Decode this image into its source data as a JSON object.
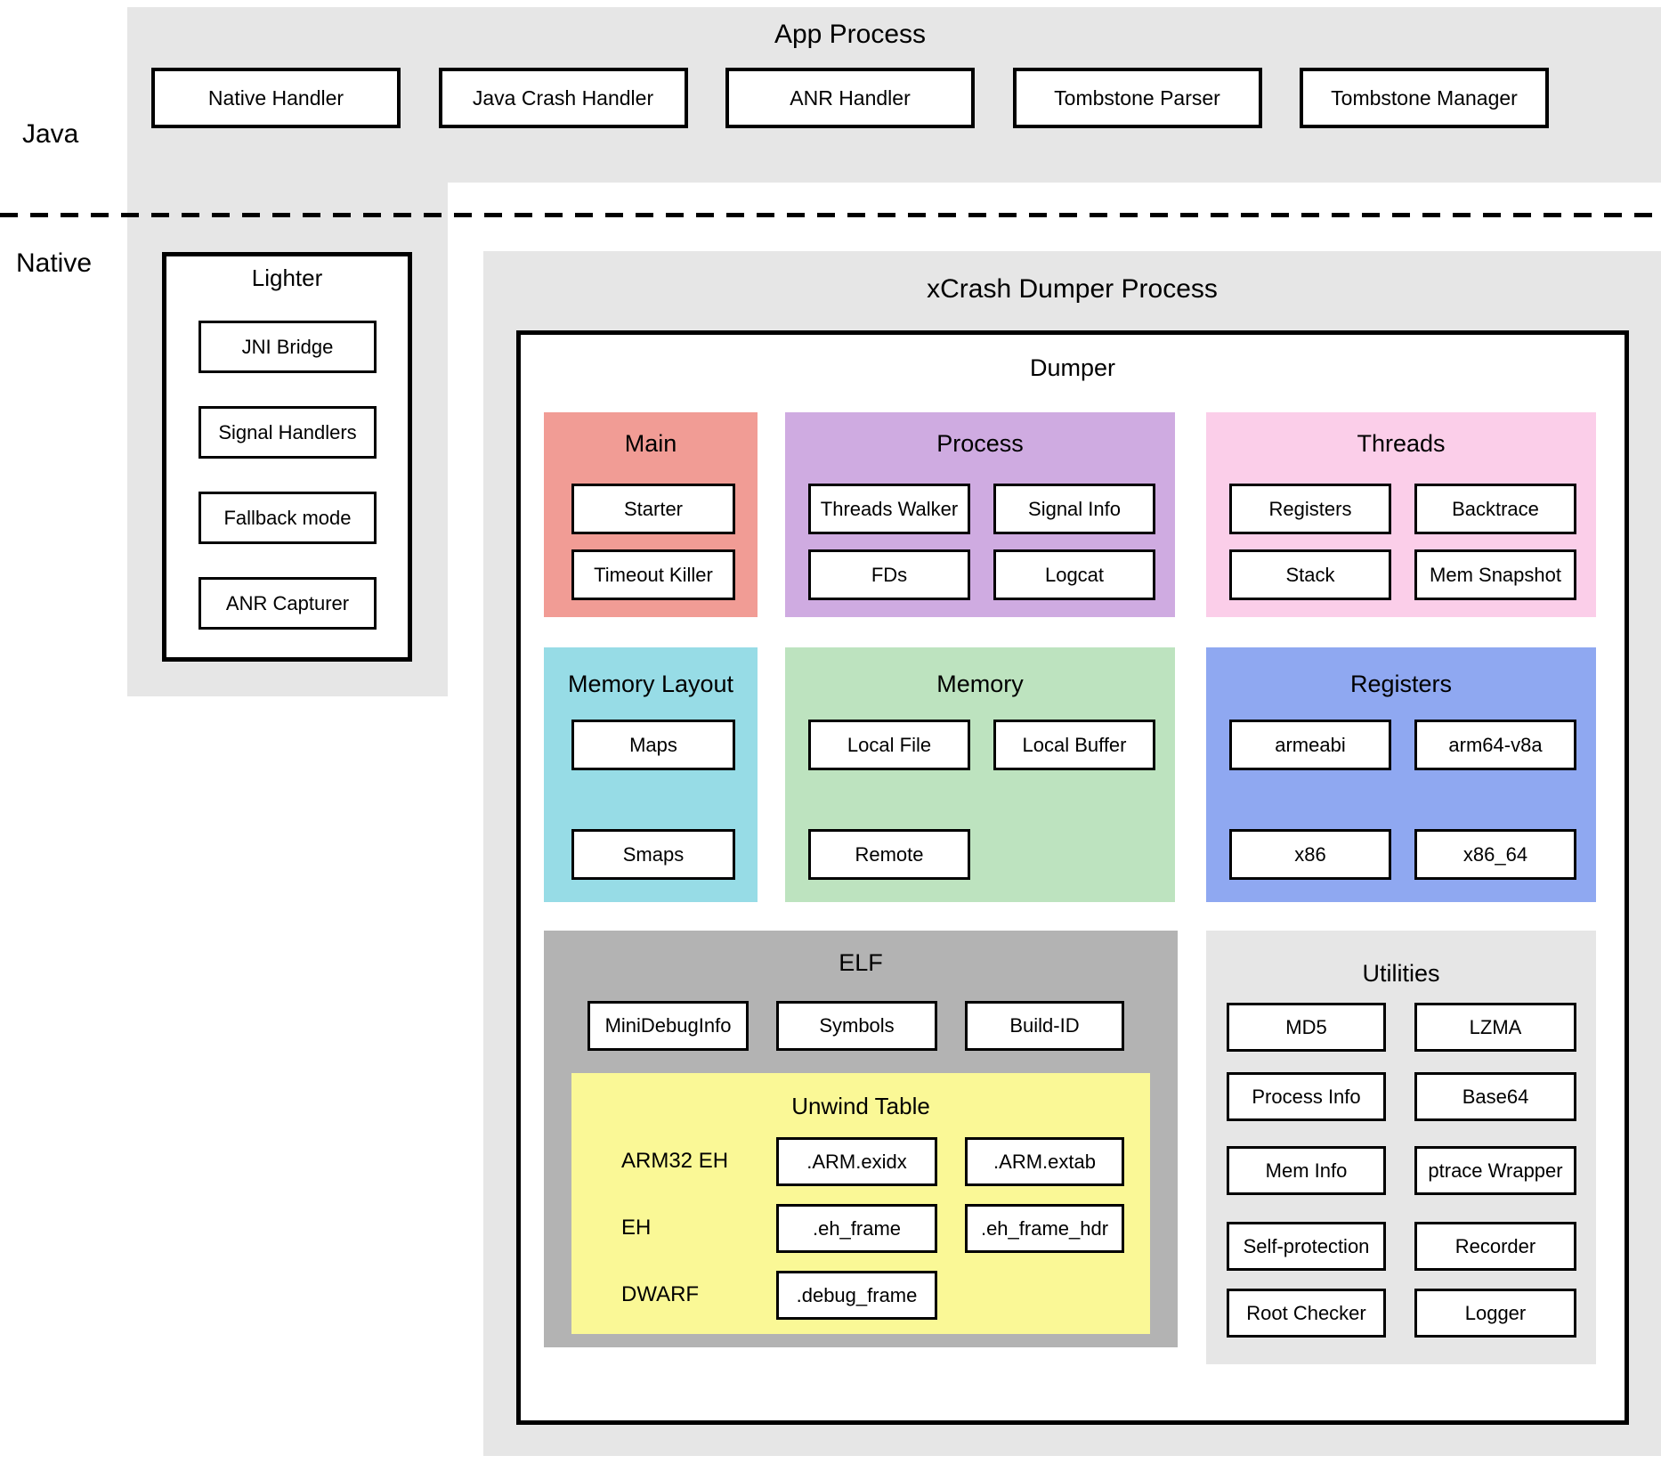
{
  "labels": {
    "java": "Java",
    "native": "Native"
  },
  "app_process": {
    "title": "App Process",
    "boxes": [
      "Native Handler",
      "Java Crash Handler",
      "ANR Handler",
      "Tombstone Parser",
      "Tombstone Manager"
    ]
  },
  "lighter": {
    "title": "Lighter",
    "boxes": [
      "JNI Bridge",
      "Signal Handlers",
      "Fallback mode",
      "ANR Capturer"
    ]
  },
  "xcrash": {
    "title": "xCrash Dumper Process",
    "dumper_title": "Dumper",
    "sections": [
      {
        "id": "main",
        "title": "Main",
        "boxes": [
          "Starter",
          "Timeout Killer"
        ]
      },
      {
        "id": "process",
        "title": "Process",
        "boxes": [
          "Threads Walker",
          "Signal Info",
          "FDs",
          "Logcat"
        ]
      },
      {
        "id": "threads",
        "title": "Threads",
        "boxes": [
          "Registers",
          "Backtrace",
          "Stack",
          "Mem Snapshot"
        ]
      },
      {
        "id": "memory-layout",
        "title": "Memory Layout",
        "boxes": [
          "Maps",
          "Smaps"
        ]
      },
      {
        "id": "memory",
        "title": "Memory",
        "boxes": [
          "Local File",
          "Local Buffer",
          "Remote"
        ]
      },
      {
        "id": "registers",
        "title": "Registers",
        "boxes": [
          "armeabi",
          "arm64-v8a",
          "x86",
          "x86_64"
        ]
      },
      {
        "id": "elf",
        "title": "ELF",
        "boxes": [
          "MiniDebugInfo",
          "Symbols",
          "Build-ID"
        ]
      },
      {
        "id": "utilities",
        "title": "Utilities",
        "boxes": [
          "MD5",
          "LZMA",
          "Process Info",
          "Base64",
          "Mem Info",
          "ptrace Wrapper",
          "Self-protection",
          "Recorder",
          "Root Checker",
          "Logger"
        ]
      }
    ],
    "unwind_table": {
      "title": "Unwind Table",
      "rows": [
        {
          "label": "ARM32 EH",
          "boxes": [
            ".ARM.exidx",
            ".ARM.extab"
          ]
        },
        {
          "label": "EH",
          "boxes": [
            ".eh_frame",
            ".eh_frame_hdr"
          ]
        },
        {
          "label": "DWARF",
          "boxes": [
            ".debug_frame"
          ]
        }
      ]
    }
  },
  "colors": {
    "panel_gray": "#E6E6E6",
    "main": "#F19C95",
    "process": "#CFABE1",
    "threads": "#FBCEE9",
    "memory_layout": "#97DCE6",
    "memory": "#BDE3BF",
    "registers": "#8FA8F1",
    "elf": "#B3B3B3",
    "utilities": "#E6E6E6",
    "unwind_yellow": "#FAF896",
    "box_border": "#000000"
  }
}
